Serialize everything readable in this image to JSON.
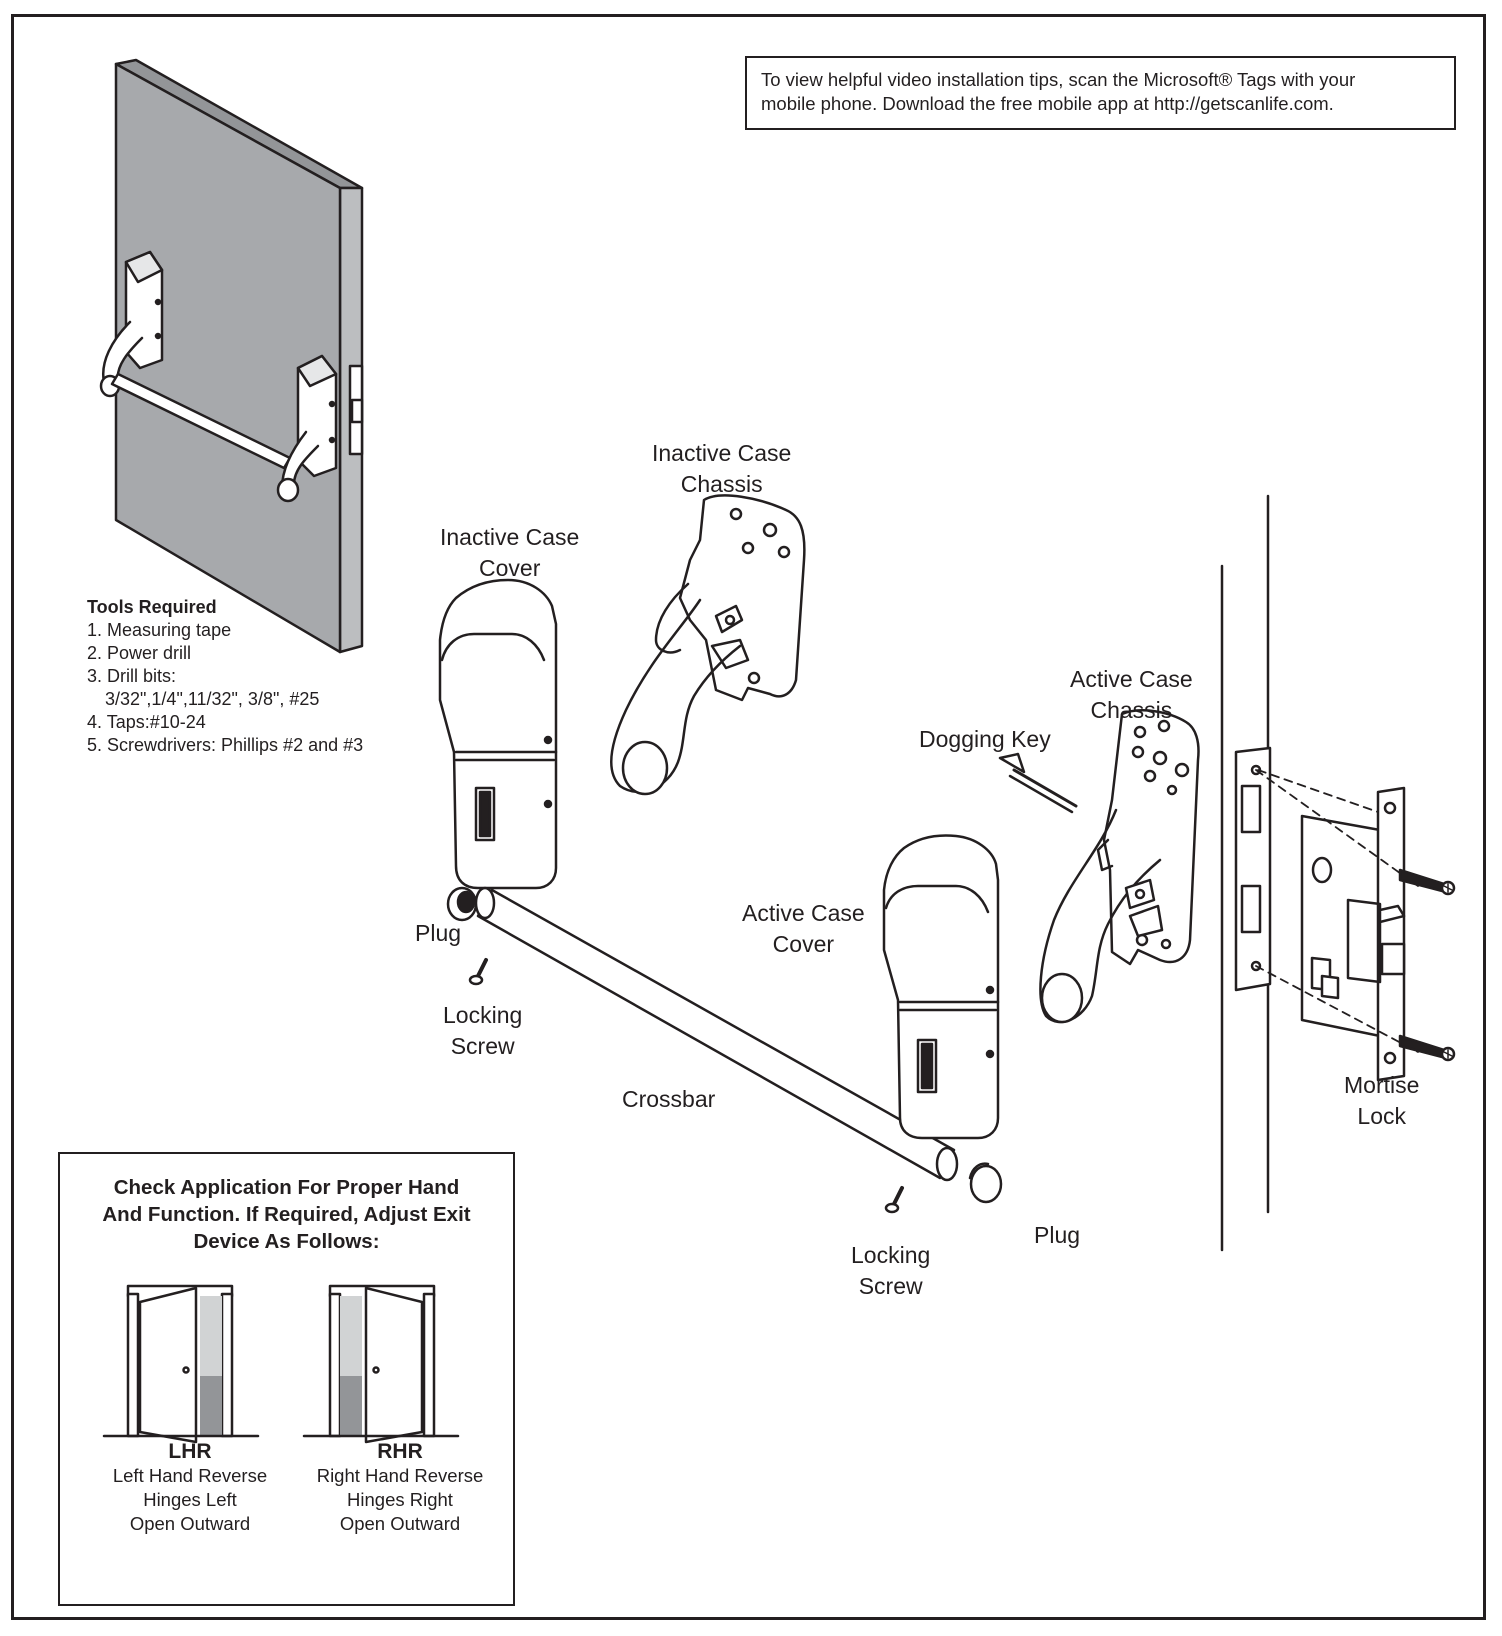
{
  "tips_box": {
    "line1": "To view helpful video installation tips, scan the Microsoft® Tags with your",
    "line2": "mobile phone. Download the free mobile app at http://getscanlife.com."
  },
  "tools": {
    "title": "Tools Required",
    "items": [
      "1. Measuring tape",
      "2. Power drill",
      "3. Drill bits:",
      "3/32\",1/4\",11/32\", 3/8\", #25",
      "4. Taps:#10-24",
      "5. Screwdrivers: Phillips #2 and #3"
    ]
  },
  "labels": {
    "inactive_chassis": [
      "Inactive Case",
      "Chassis"
    ],
    "inactive_cover": [
      "Inactive Case",
      "Cover"
    ],
    "active_chassis": [
      "Active Case",
      "Chassis"
    ],
    "dogging_key": "Dogging Key",
    "active_cover": [
      "Active Case",
      "Cover"
    ],
    "plug_left": "Plug",
    "locking_screw_left": [
      "Locking",
      "Screw"
    ],
    "crossbar": "Crossbar",
    "mortise_lock": [
      "Mortise",
      "Lock"
    ],
    "plug_right": "Plug",
    "locking_screw_right": [
      "Locking",
      "Screw"
    ]
  },
  "hand_box": {
    "title": [
      "Check Application For Proper Hand",
      "And Function. If Required, Adjust Exit",
      "Device As Follows:"
    ],
    "lhr": {
      "code": "LHR",
      "lines": [
        "Left Hand Reverse",
        "Hinges Left",
        "Open Outward"
      ]
    },
    "rhr": {
      "code": "RHR",
      "lines": [
        "Right Hand Reverse",
        "Hinges Right",
        "Open Outward"
      ]
    }
  },
  "colors": {
    "ink": "#231f20",
    "door_face": "#a7a9ac",
    "door_edge": "#bcbec0",
    "shade_light": "#d1d3d4",
    "shade_dark": "#939598"
  }
}
